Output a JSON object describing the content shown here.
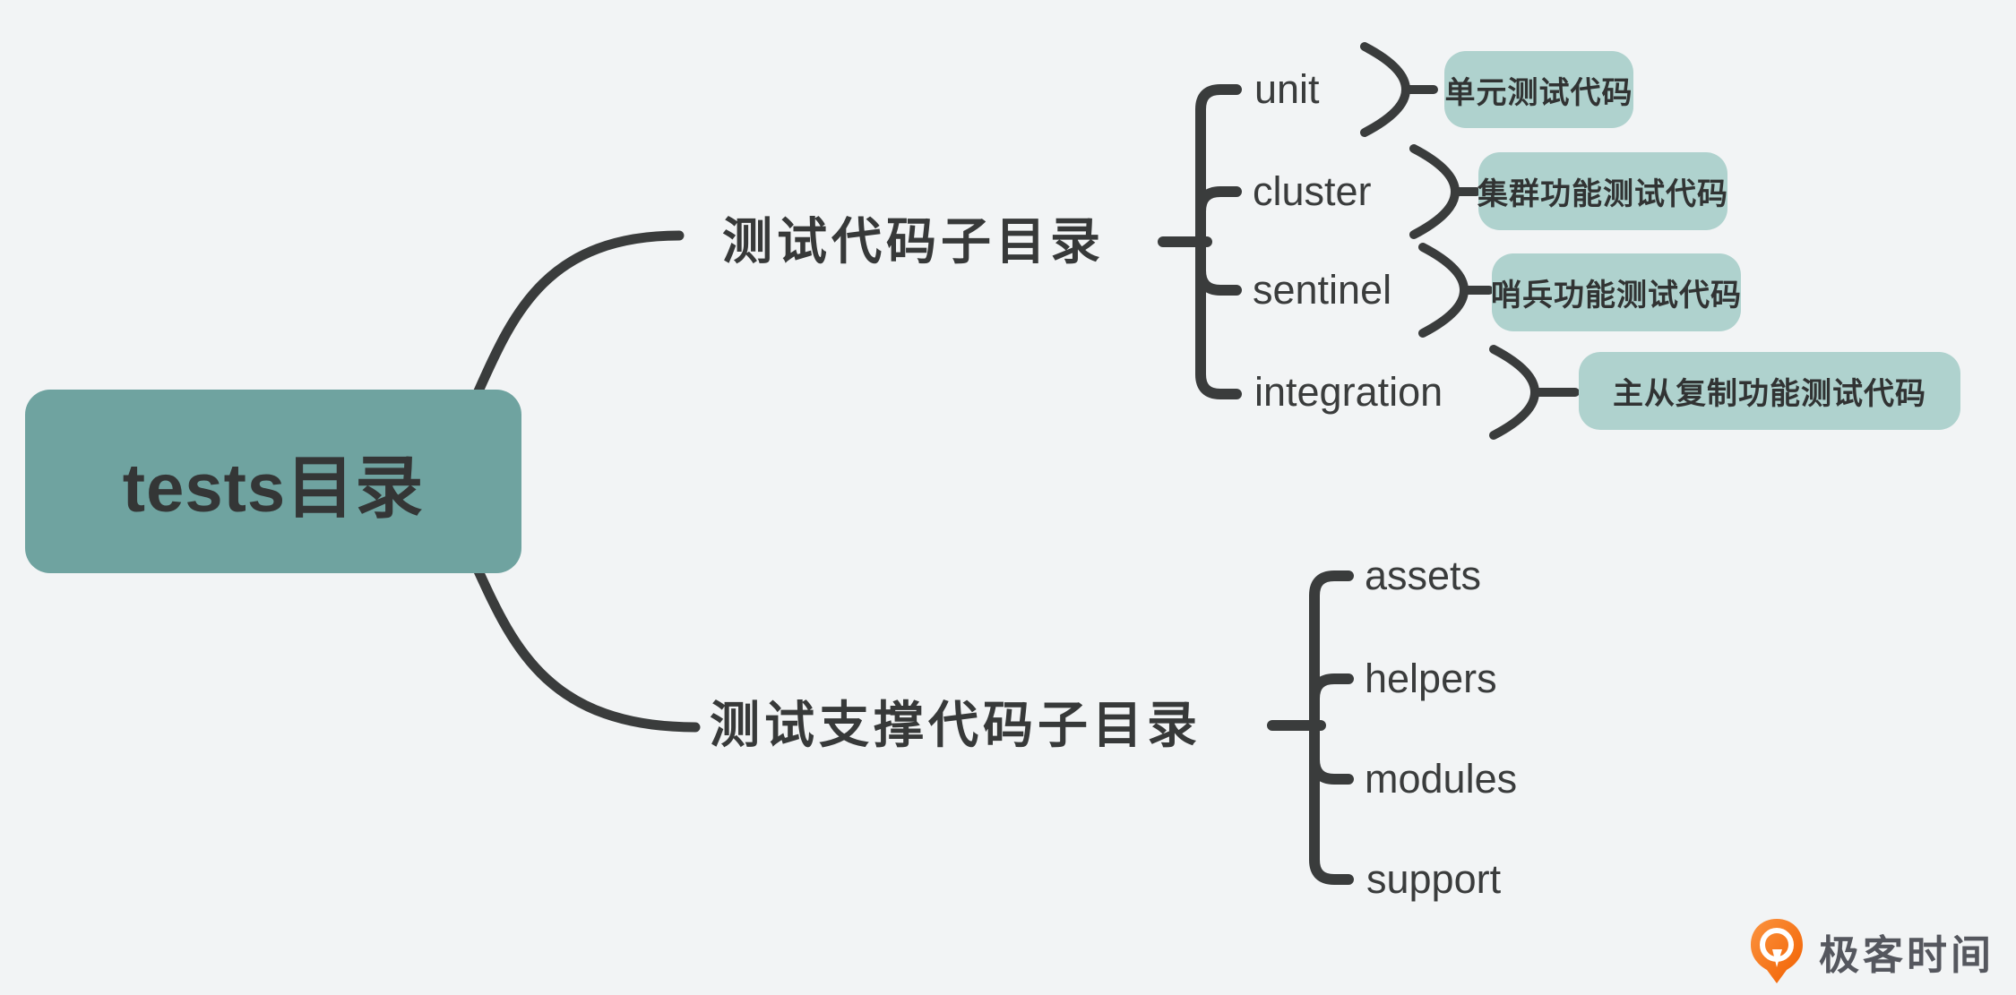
{
  "root": {
    "label": "tests目录"
  },
  "branches": [
    {
      "label": "测试代码子目录",
      "children": [
        {
          "label": "unit",
          "note": "单元测试代码"
        },
        {
          "label": "cluster",
          "note": "集群功能测试代码"
        },
        {
          "label": "sentinel",
          "note": "哨兵功能测试代码"
        },
        {
          "label": "integration",
          "note": "主从复制功能测试代码"
        }
      ]
    },
    {
      "label": "测试支撑代码子目录",
      "children": [
        {
          "label": "assets"
        },
        {
          "label": "helpers"
        },
        {
          "label": "modules"
        },
        {
          "label": "support"
        }
      ]
    }
  ],
  "watermark": {
    "text": "极客时间"
  },
  "colors": {
    "background": "#F2F4F5",
    "line": "#3A3C3C",
    "root_fill": "#6FA3A0",
    "note_fill": "#AFD2CE",
    "logo_orange": "#F97A21"
  }
}
